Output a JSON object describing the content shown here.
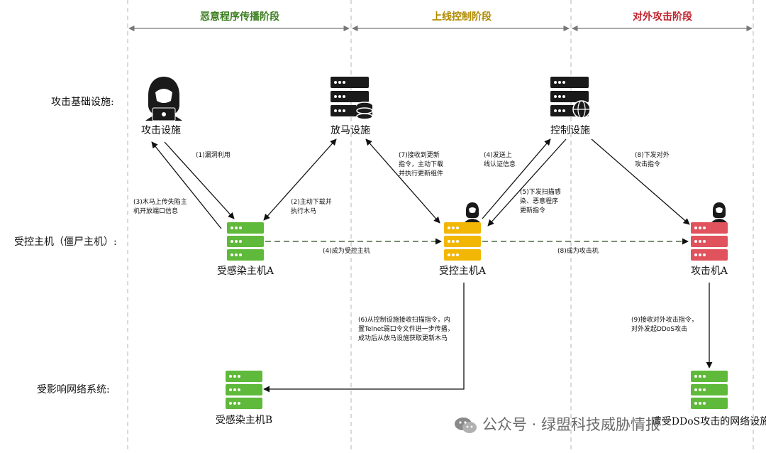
{
  "phases": [
    {
      "label": "恶意程序传播阶段",
      "color": "#3a7d1e"
    },
    {
      "label": "上线控制阶段",
      "color": "#b08a00"
    },
    {
      "label": "对外攻击阶段",
      "color": "#c0222d"
    }
  ],
  "rows": {
    "infra": "攻击基础设施:",
    "bot": "受控主机（僵尸主机）:",
    "affected": "受影响网络系统:"
  },
  "nodes": {
    "attack_infra": "攻击设施",
    "payload_infra": "放马设施",
    "control_infra": "控制设施",
    "infected_a": "受感染主机A",
    "controlled_a": "受控主机A",
    "attacker_a": "攻击机A",
    "infected_b": "受感染主机B",
    "victim": "遭受DDoS攻击的网络设施"
  },
  "steps": {
    "s1": "(1)漏洞利用",
    "s2a": "(2)主动下载并",
    "s2b": "执行木马",
    "s3a": "(3)木马上传失陷主",
    "s3b": "机开放端口信息",
    "s4_left": "(4)成为受控主机",
    "s4a": "(4)发送上",
    "s4b": "线认证信息",
    "s5a": "(5)下发扫描感",
    "s5b": "染、恶意程序",
    "s5c": "更新指令",
    "s6a": "(6)从控制设施接收扫描指令，内",
    "s6b": "置Telnet弱口令文件进一步传播，",
    "s6c": "成功后从放马设施获取更新木马",
    "s7a": "(7)接收到更新",
    "s7b": "指令，主动下载",
    "s7c": "并执行更新组件",
    "s8_top_a": "(8)下发对外",
    "s8_top_b": "攻击指令",
    "s8_mid": "(8)成为攻击机",
    "s9a": "(9)接收对外攻击指令，",
    "s9b": "对外发起DDoS攻击"
  },
  "colors": {
    "green": "#5fb93a",
    "yellow": "#f2b705",
    "red": "#e0525c",
    "dark": "#222222"
  },
  "watermark": "公众号 · 绿盟科技威胁情报"
}
